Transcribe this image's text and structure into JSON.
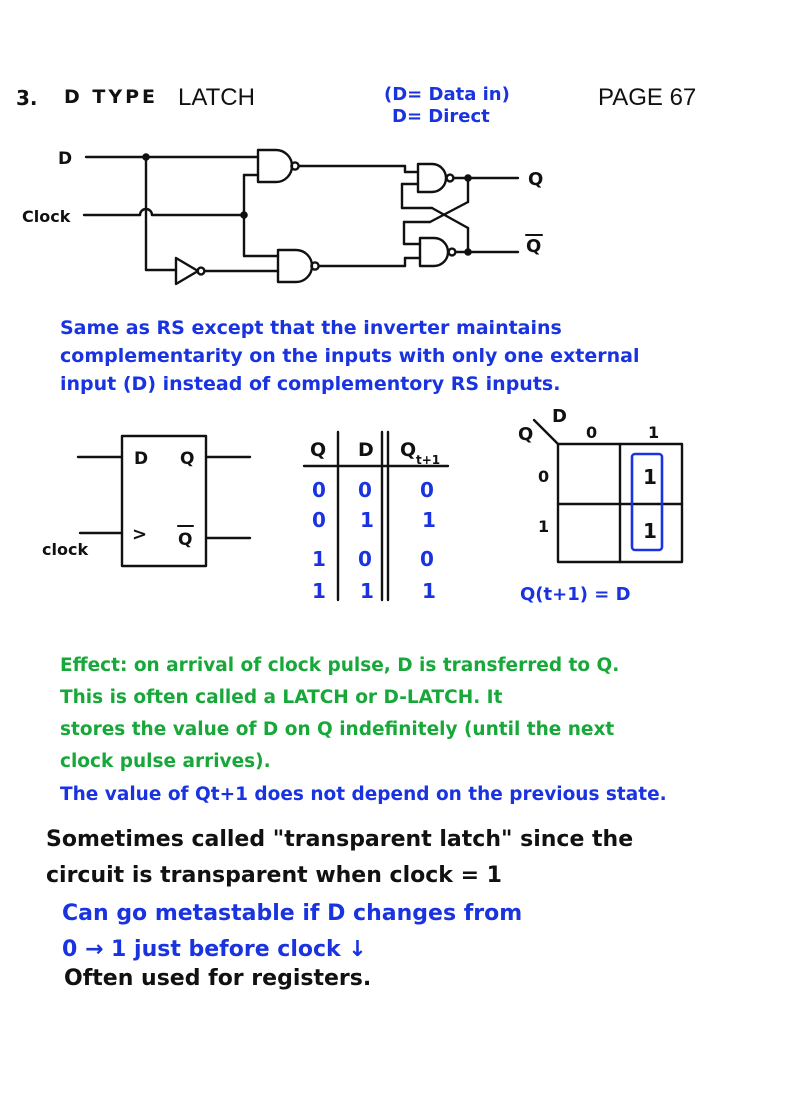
{
  "header": {
    "section_number": "3.",
    "title_handwritten": "D TYPE",
    "title_typed": "LATCH",
    "note_line1": "(D= Data in)",
    "note_line2": "D= Direct",
    "page_label": "PAGE 67"
  },
  "circuit": {
    "input_d": "D",
    "input_clock": "Clock",
    "output_q": "Q",
    "output_qbar": "Q"
  },
  "description": {
    "lines": [
      "Same as RS except that the inverter maintains",
      "complementarity on the inputs with only one external",
      "input (D) instead of complementory RS inputs."
    ]
  },
  "block_symbol": {
    "pin_d": "D",
    "pin_q": "Q",
    "pin_clk": ">",
    "pin_qbar": "Q",
    "clock_label": "clock"
  },
  "truth_table": {
    "headers": [
      "Q",
      "D",
      "Q"
    ],
    "next_subscript": "t+1",
    "rows": [
      [
        "0",
        "0",
        "0"
      ],
      [
        "0",
        "1",
        "1"
      ],
      [
        "1",
        "0",
        "0"
      ],
      [
        "1",
        "1",
        "1"
      ]
    ]
  },
  "kmap": {
    "col_var": "D",
    "row_var": "Q",
    "col_labels": [
      "0",
      "1"
    ],
    "row_labels": [
      "0",
      "1"
    ],
    "cells": [
      [
        "",
        "1"
      ],
      [
        "",
        "1"
      ]
    ],
    "equation": "Q(t+1) = D"
  },
  "notes_green": {
    "lines": [
      "Effect: on arrival of clock pulse, D is transferred to Q.",
      "This is often called a LATCH or D-LATCH. It",
      "stores the value of D on Q indefinitely (until the next",
      "clock pulse arrives)."
    ]
  },
  "note_blue_prev_state": "The value of Qt+1 does not depend on the previous state.",
  "notes_black": {
    "lines": [
      "Sometimes called \"transparent latch\" since the",
      "circuit is transparent when clock = 1"
    ]
  },
  "notes_blue2": {
    "lines": [
      "Can go metastable if D changes from",
      "0 → 1 just before clock ↓"
    ]
  },
  "note_black_final": "Often used for registers.",
  "colors": {
    "blue": "#1a33e0",
    "green": "#18a83a",
    "black": "#111111"
  }
}
